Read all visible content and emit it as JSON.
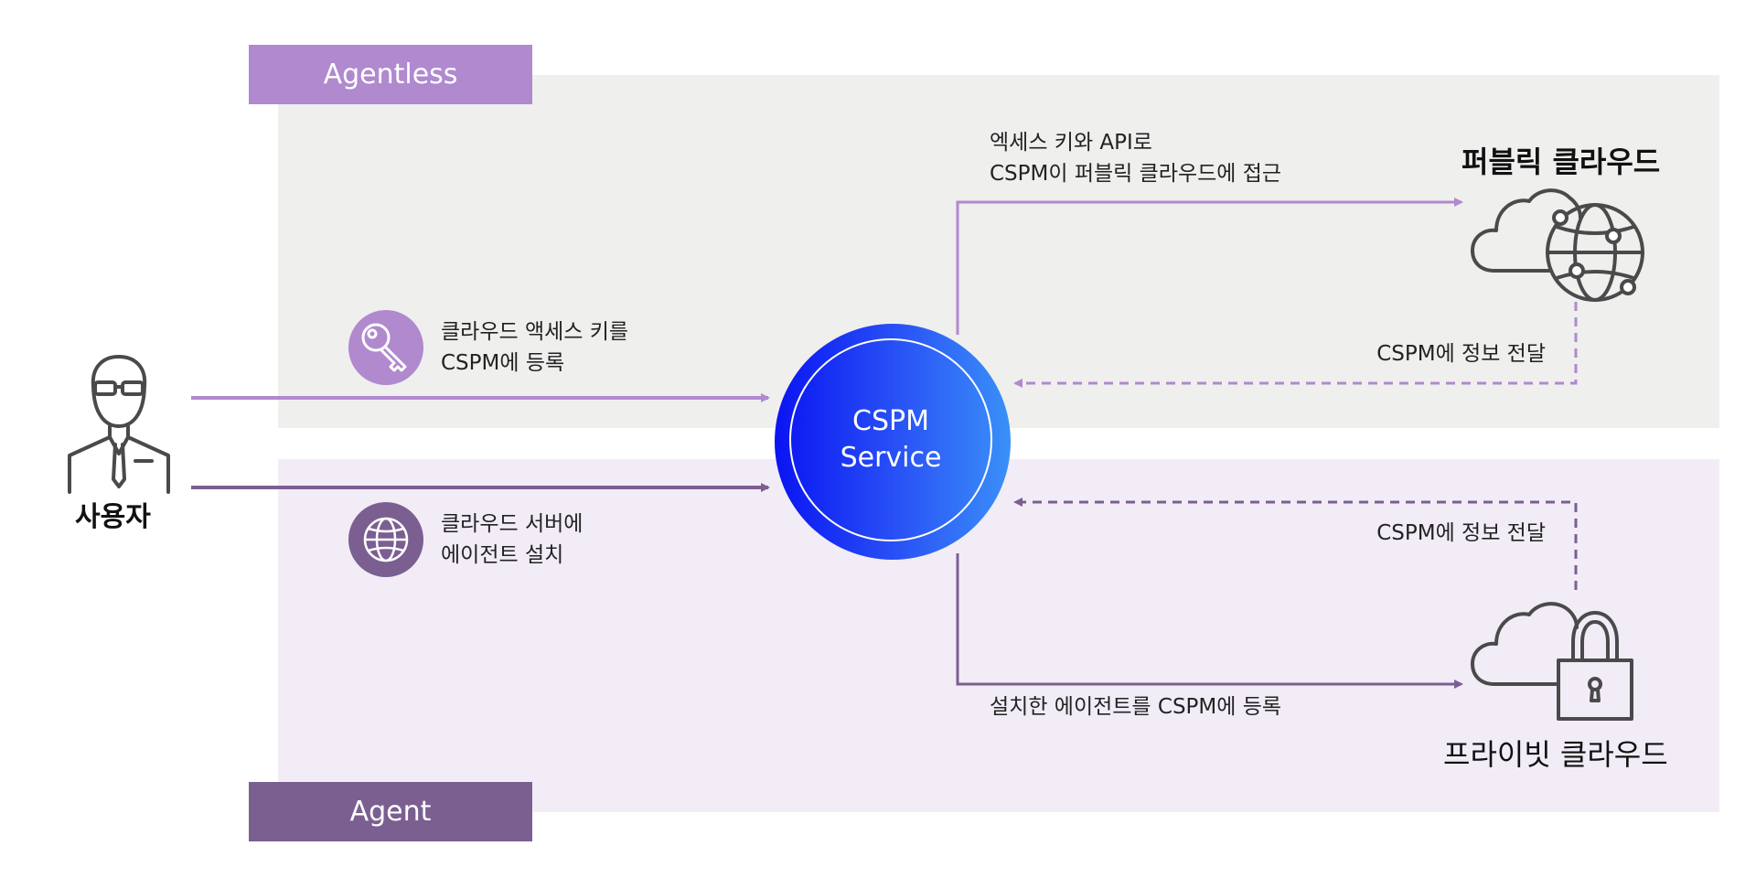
{
  "sections": {
    "agentless": "Agentless",
    "agent": "Agent"
  },
  "user": {
    "label": "사용자",
    "icon": "user-with-glasses-icon"
  },
  "center": {
    "line1": "CSPM",
    "line2": "Service"
  },
  "public_cloud": {
    "title": "퍼블릭 클라우드",
    "icon": "cloud-globe-icon"
  },
  "private_cloud": {
    "title": "프라이빗 클라우드",
    "icon": "cloud-lock-icon"
  },
  "steps": {
    "register_key": [
      "클라우드 액세스 키를",
      "CSPM에 등록"
    ],
    "access_api": [
      "엑세스 키와 API로",
      "CSPM이 퍼블릭 클라우드에 접근"
    ],
    "public_report": "CSPM에 정보 전달",
    "install_agent": [
      "클라우드 서버에",
      "에이전트 설치"
    ],
    "private_report": "CSPM에 정보 전달",
    "register_agent": "설치한 에이전트를 CSPM에 등록"
  },
  "colors": {
    "agentless": "#b089cf",
    "agent": "#7b5f91",
    "icon_stroke": "#4a4a4a"
  }
}
